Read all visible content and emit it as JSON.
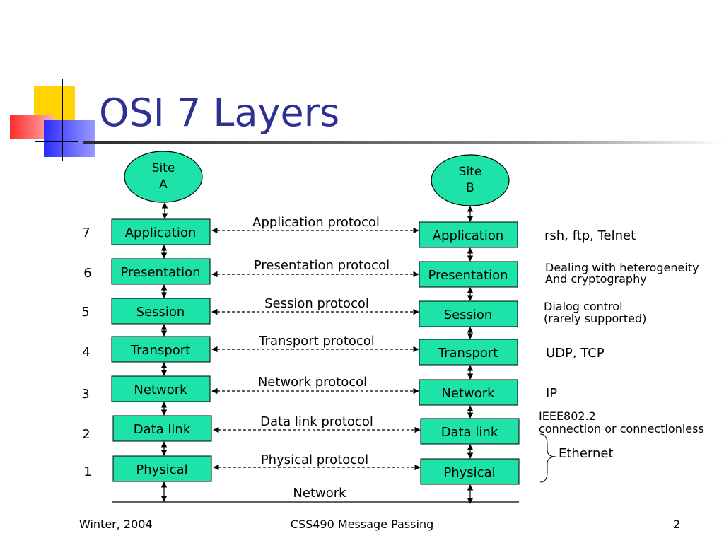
{
  "title": "OSI 7 Layers",
  "site_a": [
    "Site",
    "A"
  ],
  "site_b": [
    "Site",
    "B"
  ],
  "layers": [
    {
      "number": "7",
      "name": "Application",
      "protocol": "Application protocol"
    },
    {
      "number": "6",
      "name": "Presentation",
      "protocol": "Presentation protocol"
    },
    {
      "number": "5",
      "name": "Session",
      "protocol": "Session protocol"
    },
    {
      "number": "4",
      "name": "Transport",
      "protocol": "Transport protocol"
    },
    {
      "number": "3",
      "name": "Network",
      "protocol": "Network protocol"
    },
    {
      "number": "2",
      "name": "Data link",
      "protocol": "Data link protocol"
    },
    {
      "number": "1",
      "name": "Physical",
      "protocol": "Physical protocol"
    }
  ],
  "notes": {
    "application": "rsh, ftp, Telnet",
    "presentation": [
      "Dealing with heterogeneity",
      "And cryptography"
    ],
    "session": [
      "Dialog control",
      "(rarely supported)"
    ],
    "transport": "UDP, TCP",
    "network": "IP",
    "datalink": [
      "IEEE802.2",
      "connection or connectionless"
    ],
    "ethernet": "Ethernet"
  },
  "network_label": "Network",
  "footer": {
    "left": "Winter, 2004",
    "center": "CSS490 Message Passing",
    "right": "2"
  },
  "colors": {
    "box_fill": "#1ee3a8",
    "title": "#2e3192",
    "title_rule": "#3a3a3a"
  }
}
